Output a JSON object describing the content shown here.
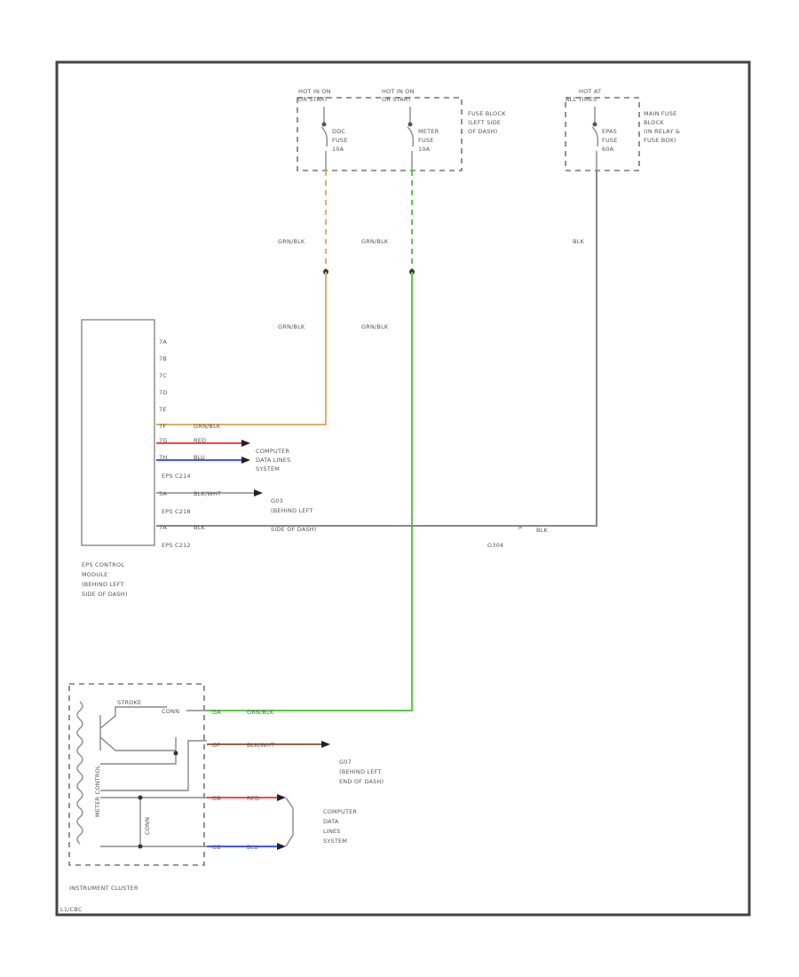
{
  "fuse_block": {
    "hot1": "HOT IN ON",
    "hot1_sub": "OR START",
    "hot2": "HOT IN ON",
    "hot2_sub": "OR START",
    "fuse1_name": "DDC",
    "fuse1_word": "FUSE",
    "fuse1_amp": "10A",
    "fuse2_name": "METER",
    "fuse2_word": "FUSE",
    "fuse2_amp": "10A",
    "label_l1": "FUSE BLOCK",
    "label_l2": "(LEFT SIDE",
    "label_l3": "OF DASH)"
  },
  "main_fuse_block": {
    "hot": "HOT AT",
    "hot_sub": "ALL TIMES",
    "fuse_name": "EPAS",
    "fuse_word": "FUSE",
    "fuse_amp": "60A",
    "label_l1": "MAIN FUSE",
    "label_l2": "BLOCK",
    "label_l3": "(IN RELAY &",
    "label_l4": "FUSE BOX)"
  },
  "wires": {
    "w1_top": "GRN/BLK",
    "w2_top": "GRN/BLK",
    "w3_top": "BLK",
    "w1_mid": "GRN/BLK",
    "w2_mid": "GRN/BLK",
    "w_blk_right": "BLK",
    "g_label": "G304"
  },
  "eps_module": {
    "pins": [
      "7A",
      "7B",
      "7C",
      "7D",
      "7E"
    ],
    "pin_7f": "7F",
    "wire_7f": "GRN/BLK",
    "pin_7g": "7G",
    "wire_7g": "RED",
    "pin_7h": "7H",
    "wire_7h": "BLU",
    "conn_a": "EPS C214",
    "pin_5a": "5A",
    "wire_5a": "BLK/WHT",
    "conn_b": "EPS C218",
    "pin_7e": "7A",
    "wire_7e": "BLK",
    "conn_c": "EPS C212",
    "label_l1": "EPS CONTROL",
    "label_l2": "MODULE",
    "label_l3": "(BEHIND LEFT",
    "label_l4": "SIDE OF DASH)"
  },
  "data_link_1": {
    "l1": "COMPUTER",
    "l2": "DATA LINES",
    "l3": "SYSTEM"
  },
  "ground_1": {
    "l1": "G03",
    "l2": "(BEHIND LEFT",
    "l3": "SIDE OF DASH)"
  },
  "instrument_cluster": {
    "pin_top": "GA",
    "wire_top": "GRN/BLK",
    "pin_mid": "GP",
    "wire_mid": "BLK/WHT",
    "pin_red": "GB",
    "wire_red": "RED",
    "pin_blu": "GB",
    "wire_blu": "BLU",
    "inner_top": "STROKE",
    "inner_right": "CONN",
    "inner_vert": "METER CONTROL",
    "inner_mid": "CONN",
    "label": "INSTRUMENT CLUSTER"
  },
  "ground_2": {
    "l1": "G07",
    "l2": "(BEHIND LEFT",
    "l3": "END OF DASH)"
  },
  "data_link_2": {
    "l1": "COMPUTER",
    "l2": "DATA",
    "l3": "LINES",
    "l4": "SYSTEM"
  },
  "footer_code": "L1/CBC",
  "colors": {
    "orange_wire": "#e0b060",
    "green_wire": "#55cc44",
    "red_wire": "#ff4444",
    "blue_wire": "#4455ff",
    "brown_wire": "#a06040",
    "gray_wire": "#888888",
    "frame": "#444444"
  }
}
